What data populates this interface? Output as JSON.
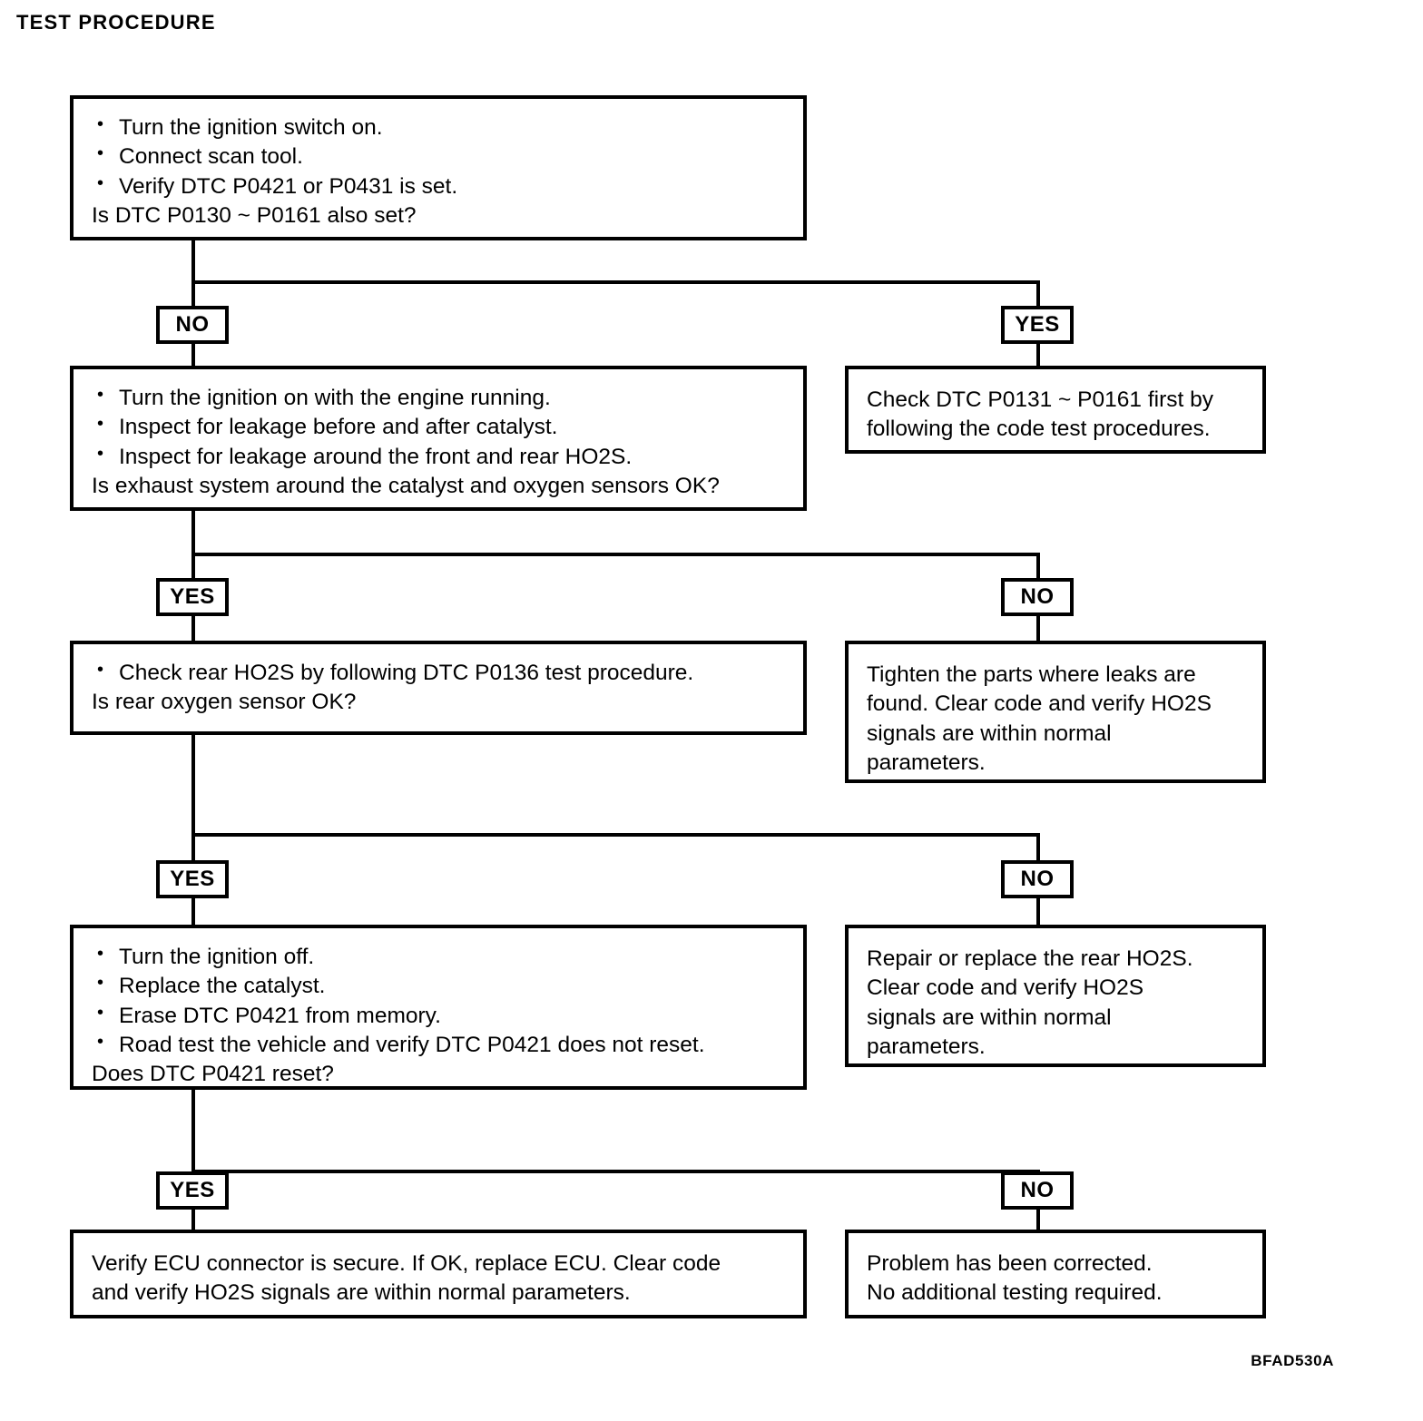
{
  "document": {
    "title": "TEST PROCEDURE",
    "figure_ref": "BFAD530A"
  },
  "flowchart": {
    "type": "flowchart",
    "branch_labels": {
      "yes": "YES",
      "no": "NO"
    },
    "nodes": [
      {
        "id": "step1",
        "column": "left",
        "bullets": [
          "Turn the ignition switch on.",
          "Connect scan tool.",
          "Verify DTC P0421 or P0431 is set."
        ],
        "question": "Is DTC P0130 ~ P0161 also set?"
      },
      {
        "id": "step1-yes-result",
        "column": "right",
        "lines": [
          "Check DTC P0131 ~ P0161 first by",
          "following the code test procedures."
        ]
      },
      {
        "id": "step2",
        "column": "left",
        "bullets": [
          "Turn the ignition on with the engine running.",
          "Inspect for leakage before and after catalyst.",
          "Inspect for leakage around the front and rear HO2S."
        ],
        "question": "Is exhaust system around the catalyst and oxygen sensors OK?"
      },
      {
        "id": "step2-no-result",
        "column": "right",
        "lines": [
          "Tighten the parts where leaks are",
          "found. Clear code and verify HO2S",
          "signals are within normal",
          "parameters."
        ]
      },
      {
        "id": "step3",
        "column": "left",
        "bullets": [
          "Check rear HO2S by following DTC P0136 test procedure."
        ],
        "question": "Is rear oxygen sensor OK?"
      },
      {
        "id": "step3-no-result",
        "column": "right",
        "lines": [
          "Repair or replace the rear HO2S.",
          "Clear code and verify HO2S",
          "signals are within normal",
          "parameters."
        ]
      },
      {
        "id": "step4",
        "column": "left",
        "bullets": [
          "Turn the ignition off.",
          "Replace the catalyst.",
          "Erase DTC P0421 from memory.",
          "Road test the vehicle and verify DTC P0421 does not reset."
        ],
        "question": "Does DTC P0421 reset?"
      },
      {
        "id": "step4-yes-result",
        "column": "left",
        "lines": [
          "Verify ECU connector is secure. If OK, replace ECU. Clear code",
          "and verify HO2S signals are within normal parameters."
        ]
      },
      {
        "id": "step4-no-result",
        "column": "right",
        "lines": [
          "Problem has been corrected.",
          "No additional testing required."
        ]
      }
    ]
  }
}
